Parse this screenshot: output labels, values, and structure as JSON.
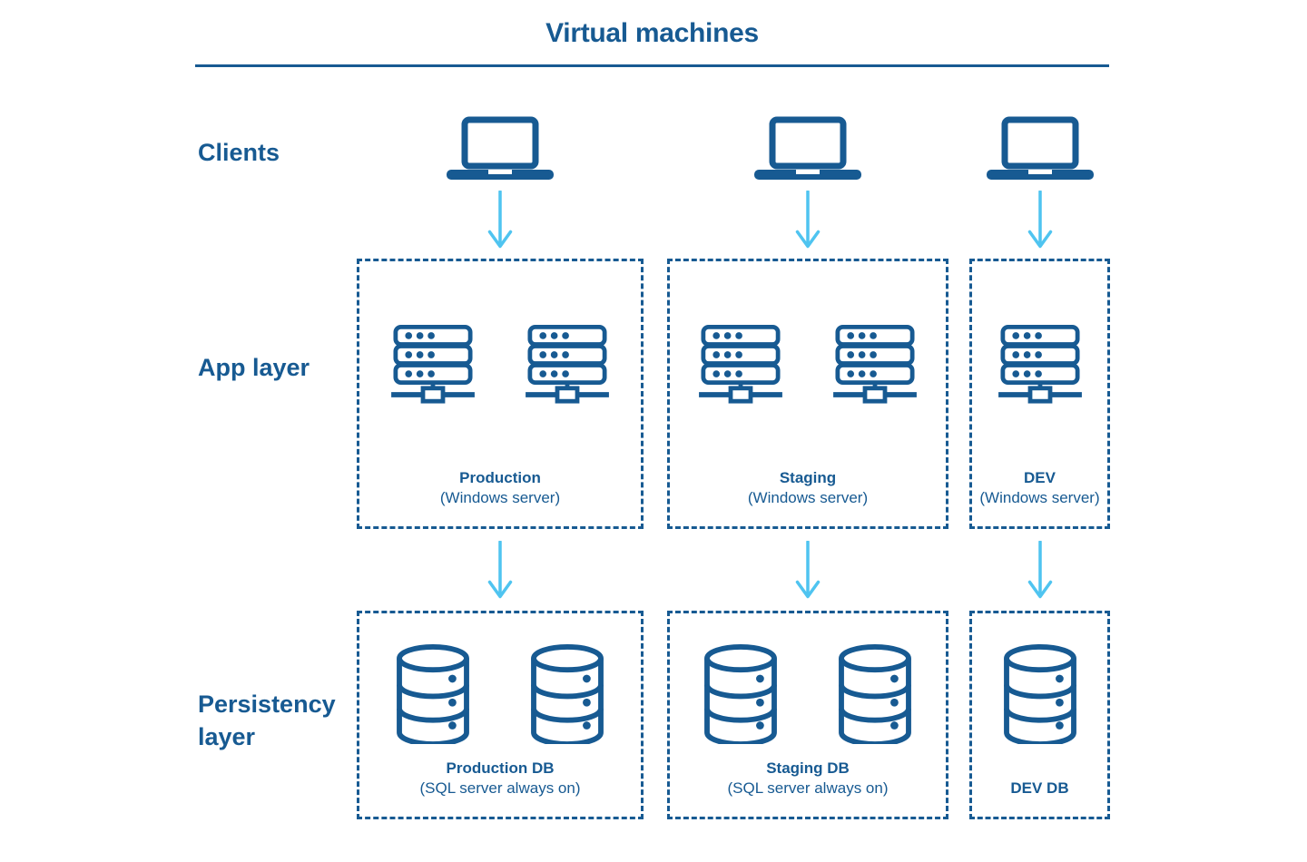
{
  "title": "Virtual machines",
  "colors": {
    "primary": "#175a92",
    "accent": "#4fc4f0"
  },
  "row_labels": {
    "clients": "Clients",
    "app": "App layer",
    "persistency": "Persistency layer"
  },
  "columns": [
    {
      "id": "production",
      "app_name": "Production",
      "app_sub": "(Windows server)",
      "db_name": "Production DB",
      "db_sub": "(SQL server always on)"
    },
    {
      "id": "staging",
      "app_name": "Staging",
      "app_sub": "(Windows server)",
      "db_name": "Staging DB",
      "db_sub": "(SQL server always on)"
    },
    {
      "id": "dev",
      "app_name": "DEV",
      "app_sub": "(Windows server)",
      "db_name": "DEV DB",
      "db_sub": ""
    }
  ]
}
